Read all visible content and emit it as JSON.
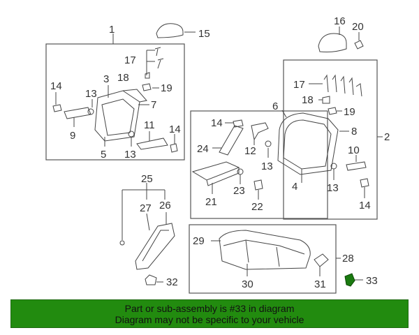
{
  "colors": {
    "banner_background": "#228b0f",
    "highlight_part": "#1a7a10",
    "line": "#444444",
    "text": "#333333"
  },
  "callouts": {
    "c1": "1",
    "c2": "2",
    "c3": "3",
    "c4": "4",
    "c5": "5",
    "c6": "6",
    "c7": "7",
    "c8": "8",
    "c9": "9",
    "c10": "10",
    "c11": "11",
    "c12": "12",
    "c13a": "13",
    "c13b": "13",
    "c13c": "13",
    "c13d": "13",
    "c14a": "14",
    "c14b": "14",
    "c14c": "14",
    "c14d": "14",
    "c15": "15",
    "c16": "16",
    "c17a": "17",
    "c17b": "17",
    "c18a": "18",
    "c18b": "18",
    "c19a": "19",
    "c19b": "19",
    "c20": "20",
    "c21": "21",
    "c22": "22",
    "c23": "23",
    "c24": "24",
    "c25": "25",
    "c26": "26",
    "c27": "27",
    "c28": "28",
    "c29": "29",
    "c30": "30",
    "c31": "31",
    "c32": "32",
    "c33": "33"
  },
  "banner": {
    "line1": "Part or sub-assembly is #33 in diagram",
    "line2": "Diagram may not be specific to your vehicle"
  }
}
